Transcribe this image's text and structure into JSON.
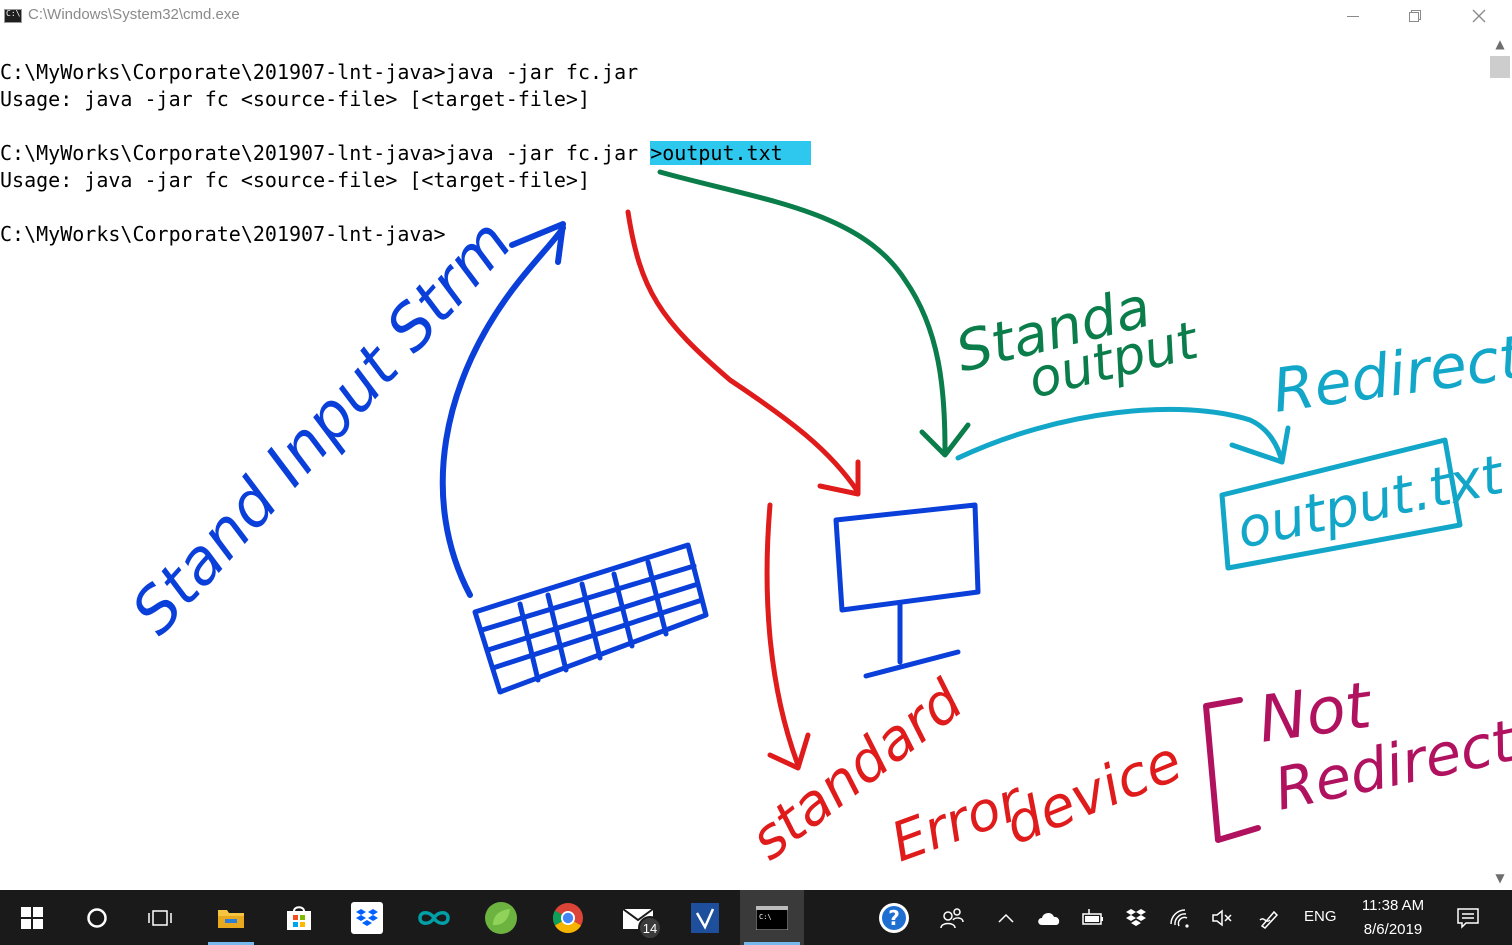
{
  "window": {
    "title": "C:\\Windows\\System32\\cmd.exe",
    "minimize_icon": "minimize-icon",
    "maximize_icon": "restore-icon",
    "close_icon": "close-icon"
  },
  "console": {
    "lines": [
      "C:\\MyWorks\\Corporate\\201907-lnt-java>java -jar fc.jar",
      "Usage: java -jar fc <source-file> [<target-file>]",
      "C:\\MyWorks\\Corporate\\201907-lnt-java>java -jar fc.jar ",
      "Usage: java -jar fc <source-file> [<target-file>]",
      "C:\\MyWorks\\Corporate\\201907-lnt-java>"
    ],
    "highlighted_redirect": ">output.txt"
  },
  "annotations": {
    "blue_label": "Stand Input Strm",
    "green_label_line1": "Standa",
    "green_label_line2": "output",
    "cyan_label": "Redirect",
    "cyan_box_label": "output.txt",
    "red_label_line1": "standard",
    "red_label_line2": "Error",
    "red_label_line3": "device",
    "magenta_label_line1": "Not",
    "magenta_label_line2": "Redirected",
    "colors": {
      "blue": "#0a3fd9",
      "green": "#0a7d4a",
      "cyan": "#12a6c8",
      "red": "#e01b1b",
      "magenta": "#b0125f",
      "highlight": "#2ec8ee"
    }
  },
  "taskbar": {
    "icons": [
      "windows-start-icon",
      "cortana-circle-icon",
      "task-view-icon",
      "file-explorer-icon",
      "microsoft-store-icon",
      "dropbox-icon",
      "arduino-infinity-icon",
      "spring-leaf-icon",
      "chrome-icon",
      "mail-icon",
      "visual-studio-icon",
      "command-prompt-icon"
    ],
    "mail_badge": "14",
    "tray": {
      "language": "ENG",
      "time": "11:38 AM",
      "date": "8/6/2019"
    }
  }
}
